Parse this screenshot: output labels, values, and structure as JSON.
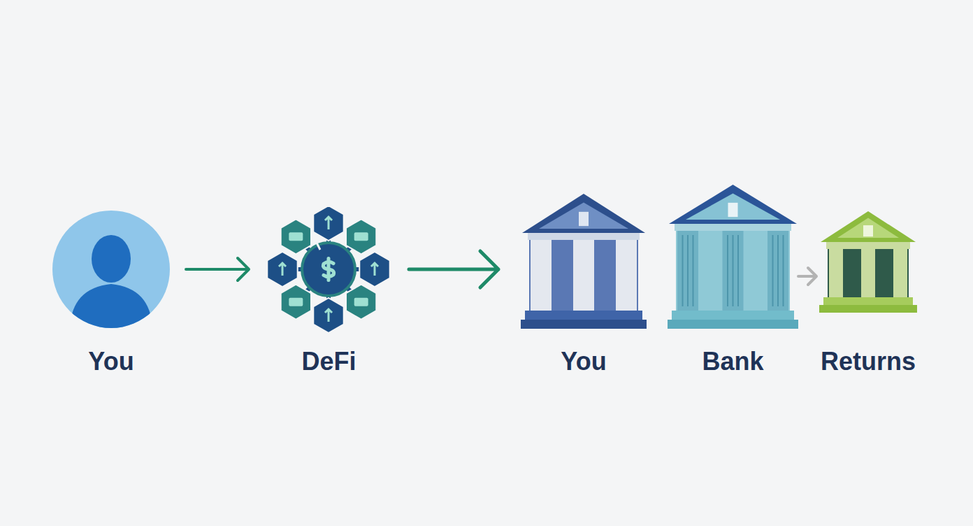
{
  "diagram": {
    "nodes": [
      {
        "text": [
          "You"
        ]
      },
      {
        "text": [
          "DeFi"
        ]
      },
      {
        "text": [
          "You"
        ]
      },
      {
        "text": [
          "Bank"
        ]
      },
      {
        "text": [
          "Returns"
        ]
      }
    ],
    "edges": [
      {
        "from": 0,
        "to": 1,
        "arrow": "to"
      },
      {
        "from": 1,
        "to": 2,
        "arrow": "to"
      },
      {
        "from": 3,
        "to": 4,
        "arrow": "to"
      }
    ]
  }
}
